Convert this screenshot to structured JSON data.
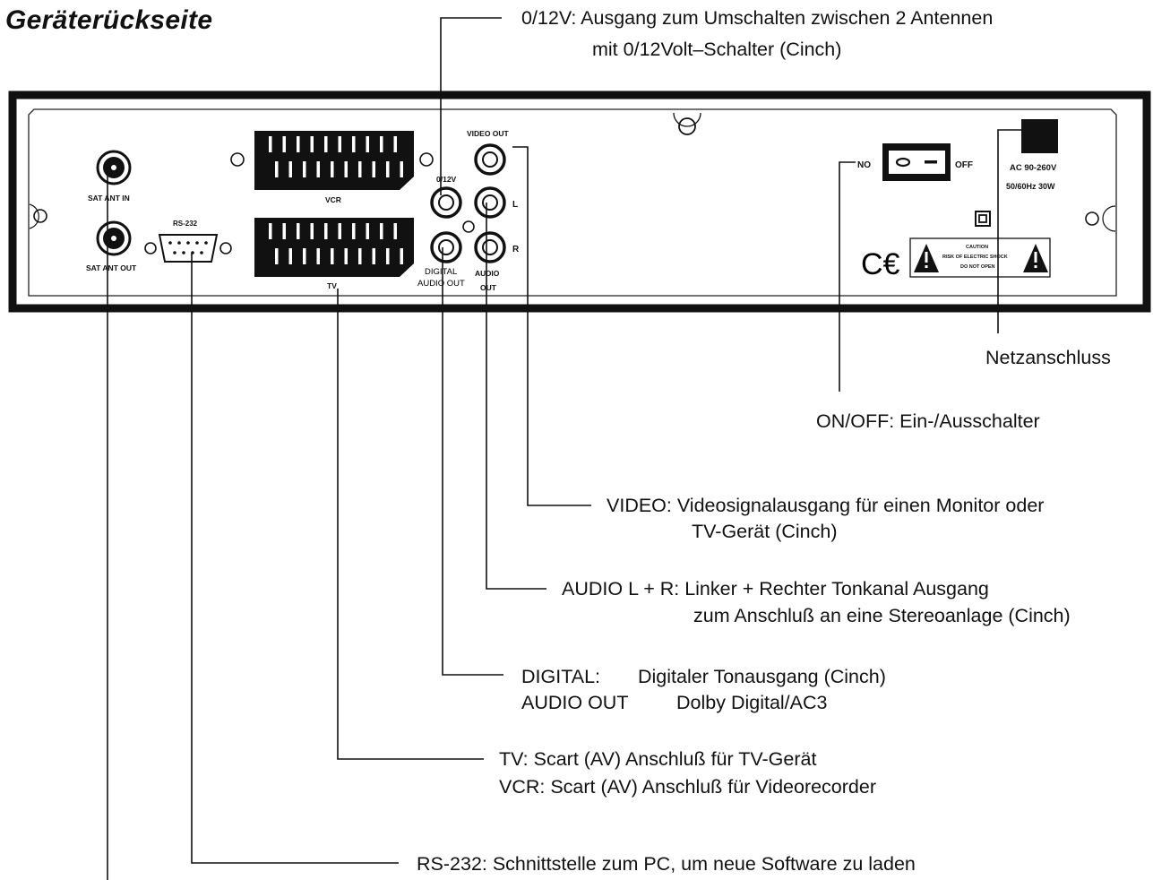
{
  "title": "Geräterückseite",
  "panel": {
    "sat_ant_in": "SAT ANT IN",
    "sat_ant_out": "SAT ANT OUT",
    "rs232": "RS-232",
    "vcr": "VCR",
    "tv": "TV",
    "video_out": "VIDEO OUT",
    "v012": "0/12V",
    "l": "L",
    "r": "R",
    "digital_1": "DIGITAL",
    "digital_2": "AUDIO OUT",
    "audio_1": "AUDIO",
    "audio_2": "OUT",
    "on": "NO",
    "off": "OFF",
    "ac_1": "AC 90-260V",
    "ac_2": "50/60Hz 30W",
    "ce": "C€",
    "caution_1": "CAUTION",
    "caution_2": "RISK OF ELECTRIC SHOCK",
    "caution_3": "DO NOT OPEN"
  },
  "annotations": {
    "v012_line1": "0/12V: Ausgang zum Umschalten zwischen 2 Antennen",
    "v012_line2": "mit 0/12Volt–Schalter (Cinch)",
    "netz": "Netzanschluss",
    "onoff": "ON/OFF: Ein-/Ausschalter",
    "video_line1": "VIDEO: Videosignalausgang für einen Monitor oder",
    "video_line2": "TV-Gerät (Cinch)",
    "audio_line1": "AUDIO L + R: Linker + Rechter Tonkanal Ausgang",
    "audio_line2": "zum Anschluß an eine Stereoanlage (Cinch)",
    "digital_key1": "DIGITAL:",
    "digital_val1": "Digitaler Tonausgang (Cinch)",
    "digital_key2": "AUDIO OUT",
    "digital_val2": "Dolby Digital/AC3",
    "tv_line": "TV: Scart (AV) Anschluß für TV-Gerät",
    "vcr_line": "VCR: Scart (AV) Anschluß für Videorecorder",
    "rs232_line": "RS-232: Schnittstelle zum PC, um neue Software zu laden"
  }
}
